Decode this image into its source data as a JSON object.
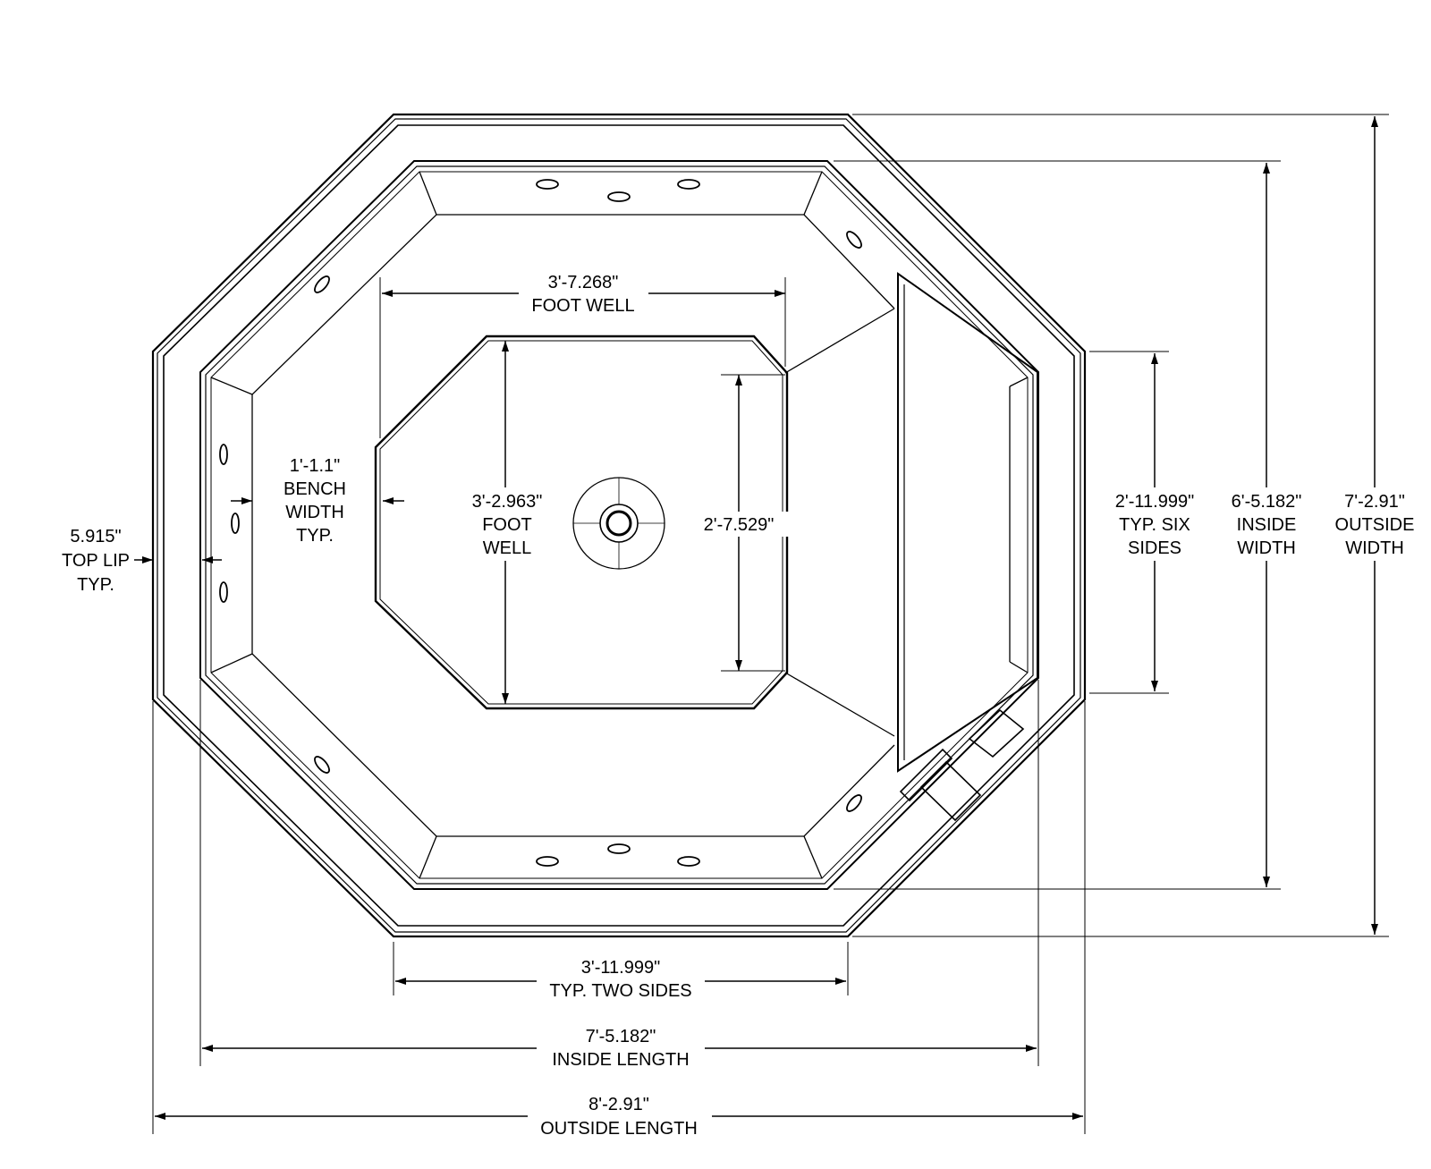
{
  "labels": {
    "foot_well_width": {
      "value": "3'-7.268\"",
      "caption": "FOOT WELL"
    },
    "bench_width": {
      "value": "1'-1.1\"",
      "line2": "BENCH",
      "line3": "WIDTH",
      "line4": "TYP."
    },
    "foot_well_depth": {
      "value": "3'-2.963\"",
      "line2": "FOOT",
      "line3": "WELL"
    },
    "inner_side": {
      "value": "2'-7.529\""
    },
    "top_lip": {
      "value": "5.915\"",
      "line2": "TOP LIP",
      "line3": "TYP."
    },
    "typ_six_sides": {
      "value": "2'-11.999\"",
      "line2": "TYP. SIX",
      "line3": "SIDES"
    },
    "inside_width": {
      "value": "6'-5.182\"",
      "line2": "INSIDE",
      "line3": "WIDTH"
    },
    "outside_width": {
      "value": "7'-2.91\"",
      "line2": "OUTSIDE",
      "line3": "WIDTH"
    },
    "typ_two_sides": {
      "value": "3'-11.999\"",
      "caption": "TYP. TWO SIDES"
    },
    "inside_length": {
      "value": "7'-5.182\"",
      "caption": "INSIDE LENGTH"
    },
    "outside_length": {
      "value": "8'-2.91\"",
      "caption": "OUTSIDE LENGTH"
    }
  }
}
